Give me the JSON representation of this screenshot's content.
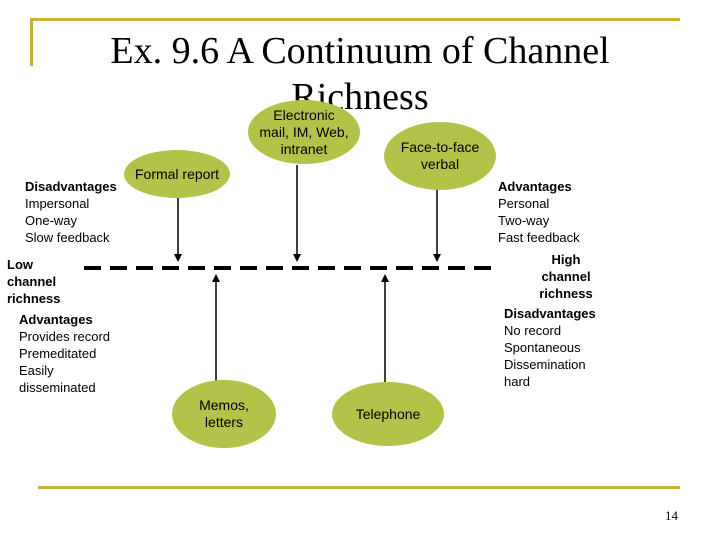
{
  "slide": {
    "title_line1": "Ex. 9.6 A Continuum of Channel",
    "title_line2": "Richness",
    "page_number": "14"
  },
  "channels": {
    "electronic": [
      "Electronic",
      "mail, IM, Web,",
      "intranet"
    ],
    "face_to_face": [
      "Face-to-face",
      "verbal"
    ],
    "formal_report": "Formal report",
    "memos": [
      "Memos,",
      "letters"
    ],
    "telephone": "Telephone"
  },
  "left_top": {
    "heading": "Disadvantages",
    "items": [
      "Impersonal",
      "One-way",
      "Slow feedback"
    ]
  },
  "right_top": {
    "heading": "Advantages",
    "items": [
      "Personal",
      "Two-way",
      "Fast feedback"
    ]
  },
  "low_label": [
    "Low",
    "channel",
    "richness"
  ],
  "high_label": [
    "High",
    "channel",
    "richness"
  ],
  "left_bottom": {
    "heading": "Advantages",
    "items": [
      "Provides record",
      "Premeditated",
      "Easily",
      "disseminated"
    ]
  },
  "right_bottom": {
    "heading": "Disadvantages",
    "items": [
      "No record",
      "Spontaneous",
      "Dissemination",
      "hard"
    ]
  },
  "colors": {
    "accent_rule": "#c9b03a",
    "ellipse_fill": "#b3c34a"
  }
}
